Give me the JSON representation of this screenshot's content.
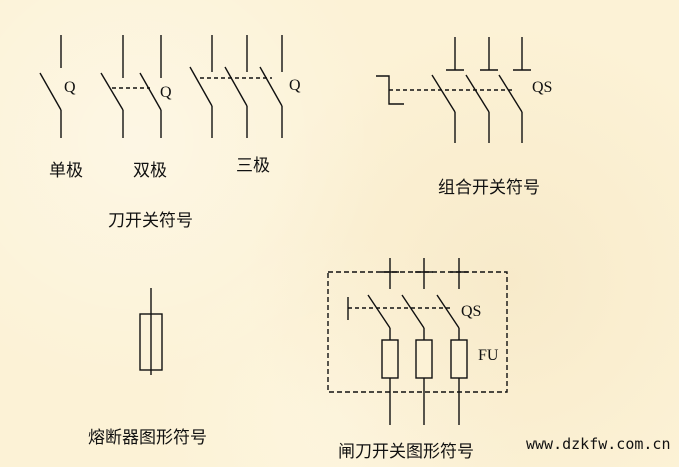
{
  "knife_switch": {
    "single_pole": "单极",
    "double_pole": "双极",
    "triple_pole": "三极",
    "symbol_letter": "Q",
    "caption": "刀开关符号"
  },
  "combination_switch": {
    "symbol_letter": "QS",
    "caption": "组合开关符号"
  },
  "fuse": {
    "caption": "熔断器图形符号"
  },
  "fused_switch": {
    "switch_letter": "QS",
    "fuse_letter": "FU",
    "caption": "闸刀开关图形符号"
  },
  "watermark": "www.dzkfw.com.cn"
}
